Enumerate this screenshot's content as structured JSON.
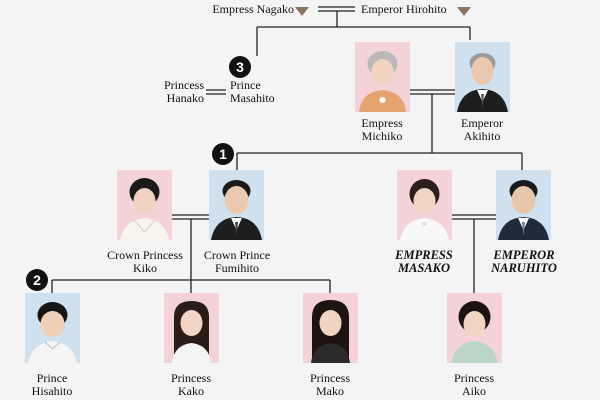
{
  "people": {
    "nagako": {
      "lines": [
        "Empress Nagako"
      ]
    },
    "hirohito": {
      "lines": [
        "Emperor Hirohito"
      ]
    },
    "hanako": {
      "lines": [
        "Princess",
        "Hanako"
      ]
    },
    "masahito": {
      "lines": [
        "Prince",
        "Masahito"
      ]
    },
    "michiko": {
      "lines": [
        "Empress",
        "Michiko"
      ]
    },
    "akihito": {
      "lines": [
        "Emperor",
        "Akihito"
      ]
    },
    "kiko": {
      "lines": [
        "Crown Princess",
        "Kiko"
      ]
    },
    "fumihito": {
      "lines": [
        "Crown Prince",
        "Fumihito"
      ]
    },
    "masako": {
      "lines": [
        "EMPRESS",
        "MASAKO"
      ]
    },
    "naruhito": {
      "lines": [
        "EMPEROR",
        "NARUHITO"
      ]
    },
    "hisahito": {
      "lines": [
        "Prince",
        "Hisahito"
      ]
    },
    "kako": {
      "lines": [
        "Princess",
        "Kako"
      ]
    },
    "mako": {
      "lines": [
        "Princess",
        "Mako"
      ]
    },
    "aiko": {
      "lines": [
        "Princess",
        "Aiko"
      ]
    }
  },
  "badges": {
    "one": "1",
    "two": "2",
    "three": "3"
  },
  "colors": {
    "female_bg": "#f3d3d8",
    "male_bg": "#cfe0ee",
    "deceased_marker": "#8a7560",
    "line": "#222222"
  }
}
